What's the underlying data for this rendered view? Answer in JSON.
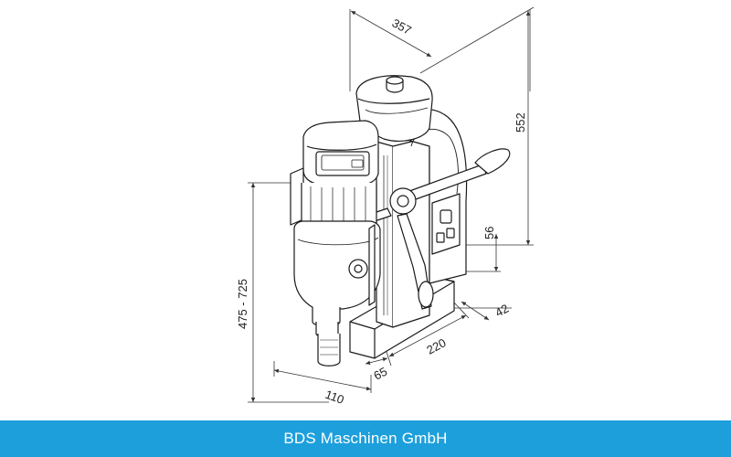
{
  "diagram": {
    "dimensions": {
      "width_top": "357",
      "height_total": "552",
      "stroke_range": "475 - 725",
      "base_height": "56",
      "base_side": "42",
      "base_length": "220",
      "offset": "65",
      "front_width": "110"
    }
  },
  "footer": {
    "company": "BDS Maschinen GmbH"
  },
  "colors": {
    "footer_bg": "#1d9fdc",
    "line": "#1a1a1a",
    "dim_line": "#333333"
  }
}
